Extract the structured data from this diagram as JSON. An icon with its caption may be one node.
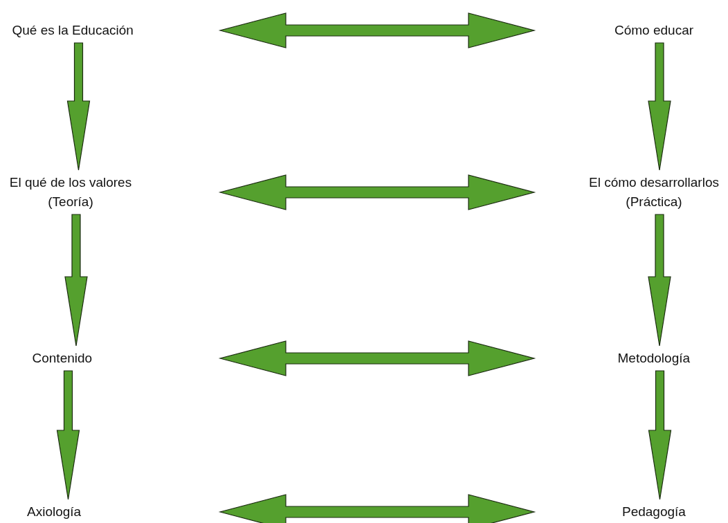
{
  "diagram": {
    "nodes": [
      {
        "text": [
          "Qué es la Educación"
        ]
      },
      {
        "text": [
          "Cómo educar"
        ]
      },
      {
        "text": [
          "El qué de los valores (Teoría)"
        ]
      },
      {
        "text": [
          "El cómo desarrollarlos (Práctica)"
        ]
      },
      {
        "text": [
          "Contenido"
        ]
      },
      {
        "text": [
          "Metodología"
        ]
      },
      {
        "text": [
          "Axiología"
        ]
      },
      {
        "text": [
          "Pedagogía"
        ]
      }
    ],
    "edges": [
      {
        "from": 0,
        "to": 1,
        "arrow": "both"
      },
      {
        "from": 0,
        "to": 2,
        "arrow": "to"
      },
      {
        "from": 1,
        "to": 3,
        "arrow": "to"
      },
      {
        "from": 2,
        "to": 3,
        "arrow": "both"
      },
      {
        "from": 2,
        "to": 4,
        "arrow": "to"
      },
      {
        "from": 3,
        "to": 5,
        "arrow": "to"
      },
      {
        "from": 4,
        "to": 5,
        "arrow": "both"
      },
      {
        "from": 4,
        "to": 6,
        "arrow": "to"
      },
      {
        "from": 5,
        "to": 7,
        "arrow": "to"
      },
      {
        "from": 6,
        "to": 7,
        "arrow": "both"
      }
    ]
  }
}
